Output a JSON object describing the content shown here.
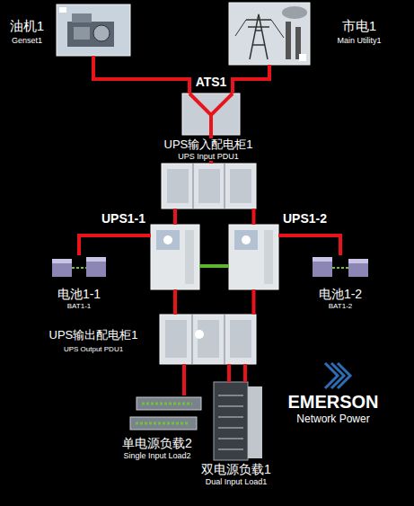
{
  "diagram": {
    "nodes": [
      {
        "text": [
          "油机1",
          "Genset1"
        ]
      },
      {
        "text": [
          "市电1",
          "Main Utility1"
        ]
      },
      {
        "text": [
          "ATS1"
        ]
      },
      {
        "text": [
          "UPS输入配电柜1",
          "UPS Input PDU1"
        ]
      },
      {
        "text": [
          "UPS1-1"
        ]
      },
      {
        "text": [
          "UPS1-2"
        ]
      },
      {
        "text": [
          "电池1-1",
          "BAT1-1"
        ]
      },
      {
        "text": [
          "电池1-2",
          "BAT1-2"
        ]
      },
      {
        "text": [
          "UPS输出配电柜1",
          "UPS Output PDU1"
        ]
      },
      {
        "text": [
          "单电源负载2",
          "Single Input Load2"
        ]
      },
      {
        "text": [
          "双电源负载1",
          "Dual Input Load1"
        ]
      }
    ],
    "edges": [
      {
        "from": 0,
        "to": 2,
        "arrow": "none"
      },
      {
        "from": 1,
        "to": 2,
        "arrow": "none"
      },
      {
        "from": 2,
        "to": 3,
        "arrow": "none"
      },
      {
        "from": 3,
        "to": 4,
        "arrow": "none"
      },
      {
        "from": 3,
        "to": 5,
        "arrow": "none"
      },
      {
        "from": 6,
        "to": 4,
        "arrow": "none"
      },
      {
        "from": 7,
        "to": 5,
        "arrow": "none"
      },
      {
        "from": 4,
        "to": 5,
        "arrow": "none"
      },
      {
        "from": 4,
        "to": 8,
        "arrow": "none"
      },
      {
        "from": 5,
        "to": 8,
        "arrow": "none"
      },
      {
        "from": 8,
        "to": 9,
        "arrow": "none"
      },
      {
        "from": 8,
        "to": 10,
        "arrow": "none"
      },
      {
        "from": 8,
        "to": 10,
        "arrow": "none"
      }
    ],
    "labels": [
      "EMERSON",
      "Network Power"
    ]
  }
}
